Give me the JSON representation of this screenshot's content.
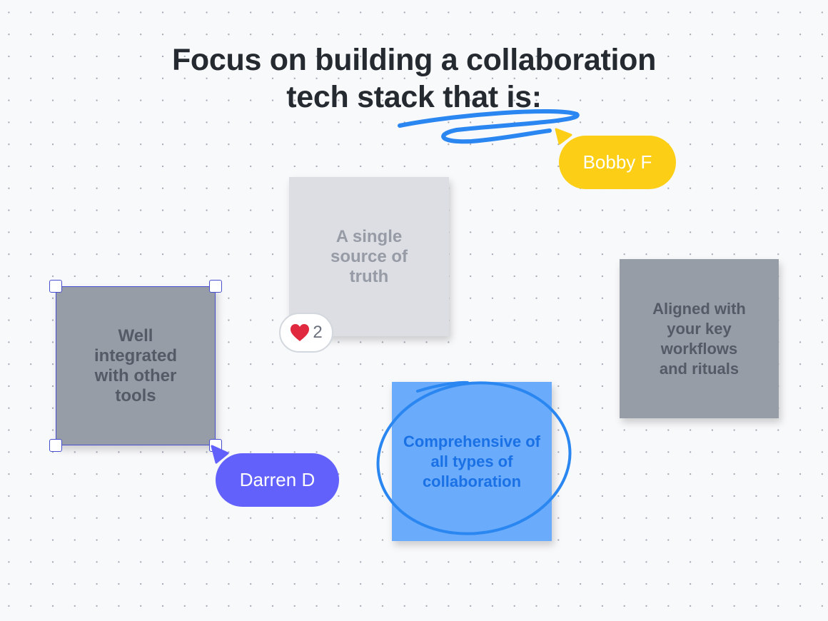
{
  "title": {
    "line1": "Focus on building a collaboration",
    "line2": "tech stack that is:"
  },
  "notes": [
    {
      "text": "A single source of truth",
      "color": "#dcdee3"
    },
    {
      "text": "Well integrated with other tools",
      "color": "#979da7"
    },
    {
      "text": "Aligned with your key workflows and rituals",
      "color": "#979da7"
    },
    {
      "text": "Comprehensive of all types of collaboration",
      "color": "#6aabfb"
    }
  ],
  "reaction": {
    "icon": "heart-icon",
    "count": "2"
  },
  "cursors": [
    {
      "name": "Bobby F",
      "color": "#fccf16"
    },
    {
      "name": "Darren D",
      "color": "#6361fc"
    }
  ],
  "annotation_color": "#2a86f0"
}
